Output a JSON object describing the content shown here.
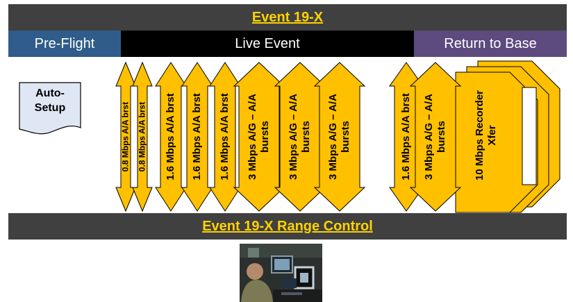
{
  "header": {
    "title": "Event 19-X"
  },
  "phases": {
    "pre_flight": "Pre-Flight",
    "live_event": "Live Event",
    "return_to_base": "Return to Base"
  },
  "auto_setup": {
    "line1": "Auto-",
    "line2": "Setup"
  },
  "arrows": [
    {
      "lines": [
        "0.8 Mbps A/A brst"
      ]
    },
    {
      "lines": [
        "0.8 Mbps A/A brst"
      ]
    },
    {
      "lines": [
        "1.6 Mbps A/A brst"
      ]
    },
    {
      "lines": [
        "1.6 Mbps A/A brst"
      ]
    },
    {
      "lines": [
        "1.6 Mbps A/A brst"
      ]
    },
    {
      "lines": [
        "3 Mbps A/G – A/A",
        "bursts"
      ]
    },
    {
      "lines": [
        "3 Mbps A/G – A/A",
        "bursts"
      ]
    },
    {
      "lines": [
        "3 Mbps A/G – A/A",
        "bursts"
      ]
    },
    {
      "lines": [
        "1.6 Mbps A/A brst"
      ]
    },
    {
      "lines": [
        "3 Mbps A/G – A/A",
        "bursts"
      ]
    }
  ],
  "recorder_transfer": {
    "lines": [
      "10 Mbps Recorder",
      "Xfer"
    ]
  },
  "footer": {
    "title": "Event  19-X Range Control"
  },
  "colors": {
    "arrow_fill": "#ffc000",
    "arrow_stroke": "#000000",
    "title_yellow": "#ffd200",
    "bar_gray": "#404040",
    "pre_flight_blue": "#2f5c8a",
    "live_black": "#000000",
    "return_purple": "#5d4a7e"
  },
  "photo": {
    "subject": "operator-at-control-console"
  }
}
